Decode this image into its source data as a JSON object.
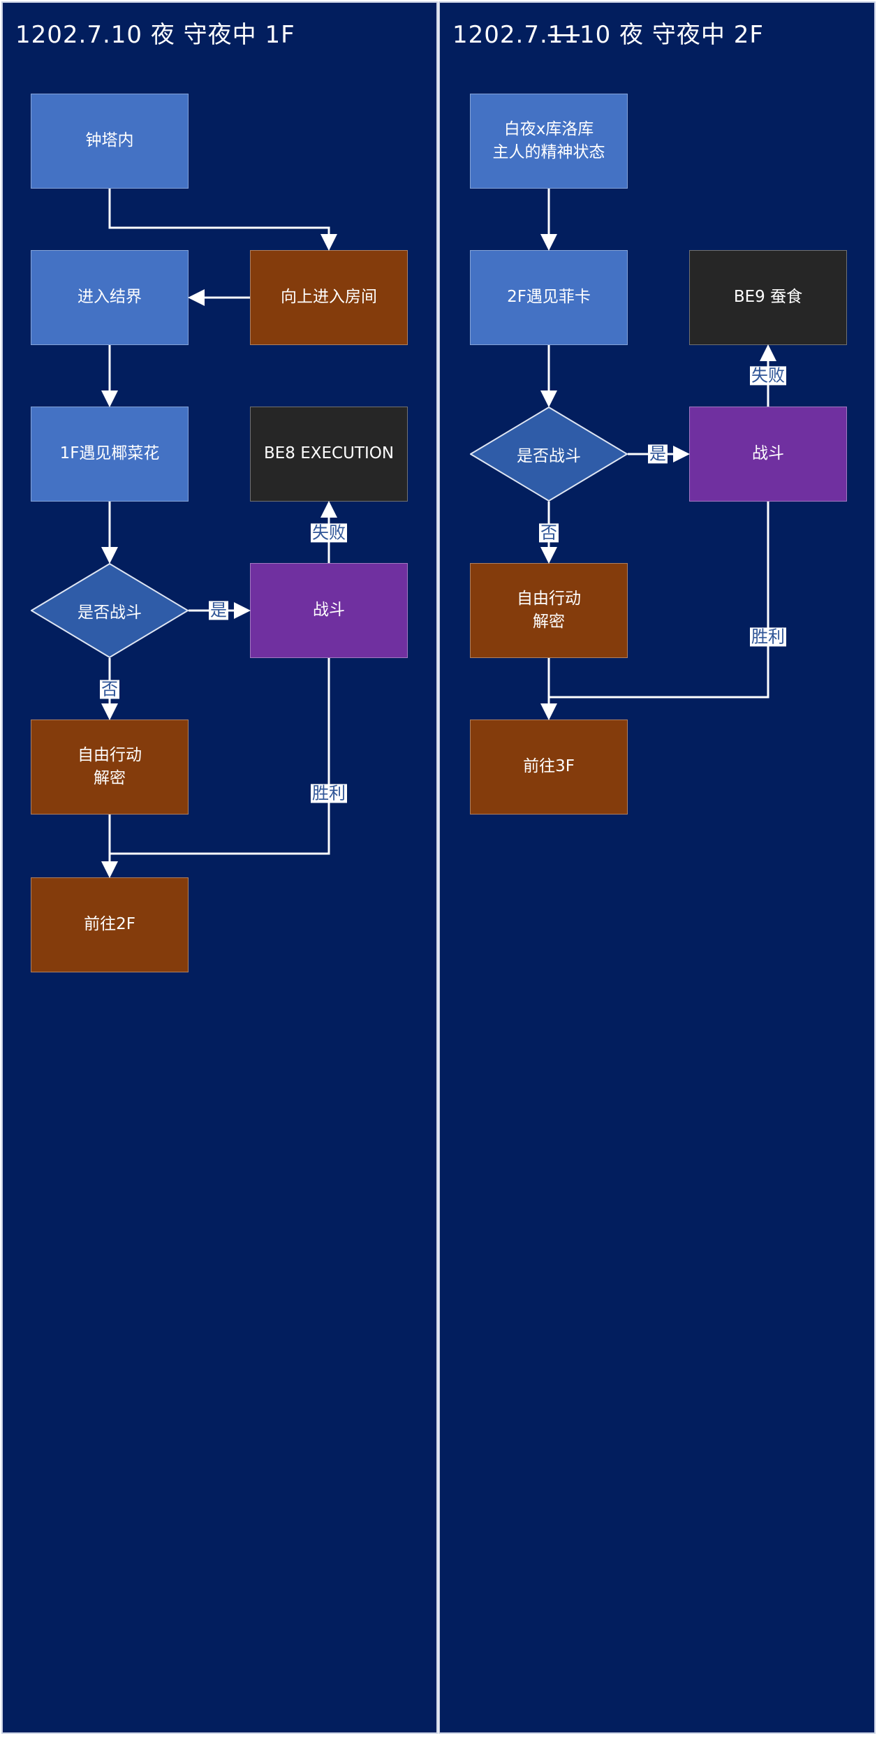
{
  "lanes": [
    {
      "title_pre": "1202.7.10 夜 守夜中 1F",
      "title_strike": "",
      "title_post": "",
      "nodes": {
        "clock_tower": "钟塔内",
        "go_up_room": "向上进入房间",
        "enter_barrier": "进入结界",
        "meet_1f": "1F遇见椰菜花",
        "be8": "BE8 EXECUTION",
        "decision": "是否战斗",
        "battle": "战斗",
        "free_action": "自由行动\n解密",
        "goto_next": "前往2F"
      },
      "edge_labels": {
        "yes": "是",
        "no": "否",
        "fail": "失败",
        "win": "胜利"
      }
    },
    {
      "title_pre": "1202.7.",
      "title_strike": "11",
      "title_post": "10 夜 守夜中 2F",
      "nodes": {
        "mental_state": "白夜x库洛库\n主人的精神状态",
        "meet_2f": "2F遇见菲卡",
        "be9": "BE9 蚕食",
        "decision": "是否战斗",
        "battle": "战斗",
        "free_action": "自由行动\n解密",
        "goto_next": "前往3F"
      },
      "edge_labels": {
        "yes": "是",
        "no": "否",
        "fail": "失败",
        "win": "胜利"
      }
    }
  ],
  "colors": {
    "lane_background": "#021e5e",
    "start_node": "#4472c4",
    "action_node": "#843c0c",
    "bad_end_node": "#262626",
    "battle_node": "#7030a0",
    "decision_node": "#2f5ca8",
    "connector": "#ffffff",
    "edge_label_text": "#2f5597"
  }
}
